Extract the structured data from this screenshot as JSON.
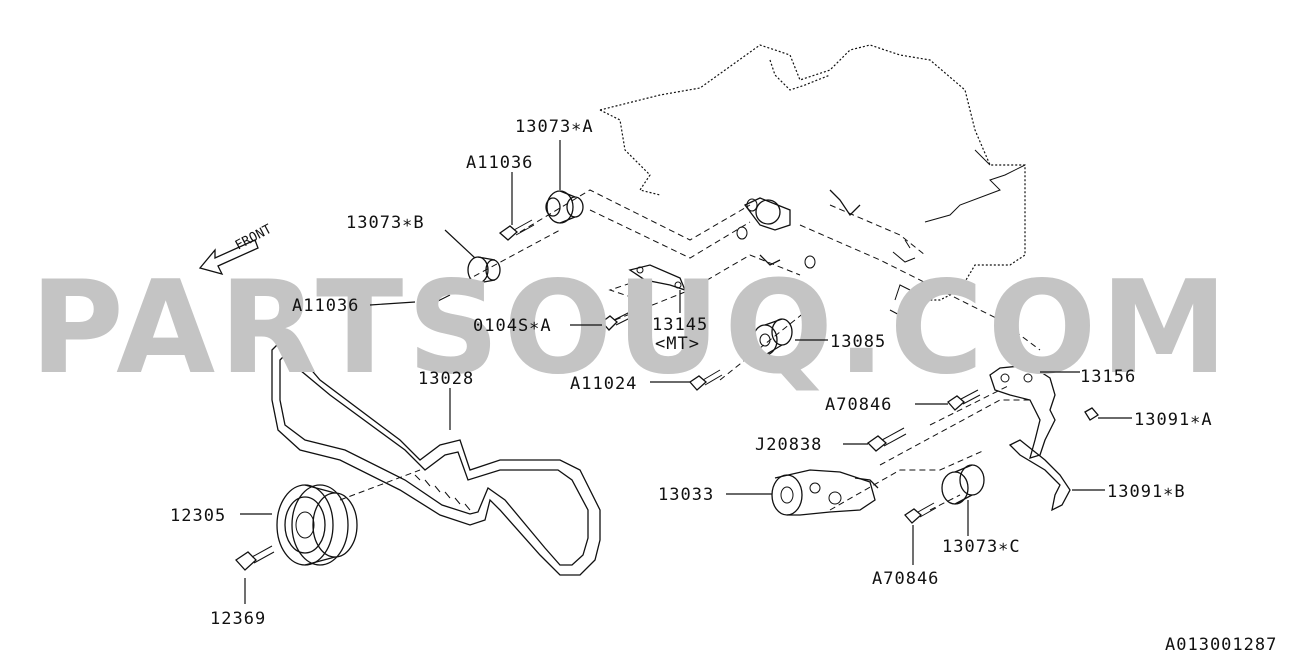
{
  "diagram": {
    "watermark": "PARTSOUQ.COM",
    "front_label": "FRONT",
    "figure_id": "A013001287",
    "part_labels": {
      "p13073a": "13073∗A",
      "p11036_top": "A11036",
      "p13073b": "13073∗B",
      "p11036_mid": "A11036",
      "p0104s": "0104S∗A",
      "p13145": "13145",
      "mt": "<MT>",
      "p13085": "13085",
      "p11024": "A11024",
      "p13028": "13028",
      "p13156": "13156",
      "p70846_top": "A70846",
      "p13091a": "13091∗A",
      "p20838": "J20838",
      "p13033": "13033",
      "p13091b": "13091∗B",
      "p12305": "12305",
      "p12369": "12369",
      "p13073c": "13073∗C",
      "p70846_bot": "A70846"
    }
  }
}
